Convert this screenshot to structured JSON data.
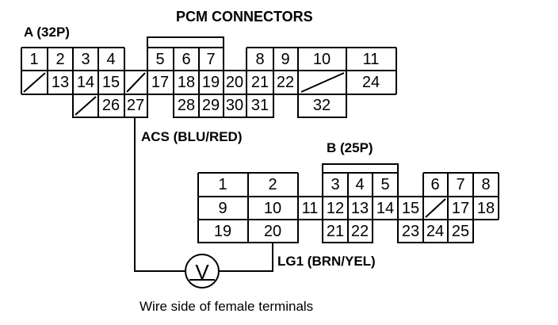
{
  "title": "PCM CONNECTORS",
  "connector_a": {
    "label": "A (32P)",
    "cells": [
      "1",
      "2",
      "3",
      "4",
      "5",
      "6",
      "7",
      "8",
      "9",
      "10",
      "11",
      "13",
      "14",
      "15",
      "17",
      "18",
      "19",
      "20",
      "21",
      "22",
      "24",
      "26",
      "27",
      "28",
      "29",
      "30",
      "31",
      "32"
    ]
  },
  "connector_b": {
    "label": "B (25P)",
    "cells": [
      "1",
      "2",
      "3",
      "4",
      "5",
      "6",
      "7",
      "8",
      "9",
      "10",
      "11",
      "12",
      "13",
      "14",
      "15",
      "17",
      "18",
      "19",
      "20",
      "21",
      "22",
      "23",
      "24",
      "25"
    ]
  },
  "probe_top": "ACS (BLU/RED)",
  "probe_bottom": "LG1 (BRN/YEL)",
  "meter_symbol": "V",
  "caption": "Wire side of female terminals"
}
